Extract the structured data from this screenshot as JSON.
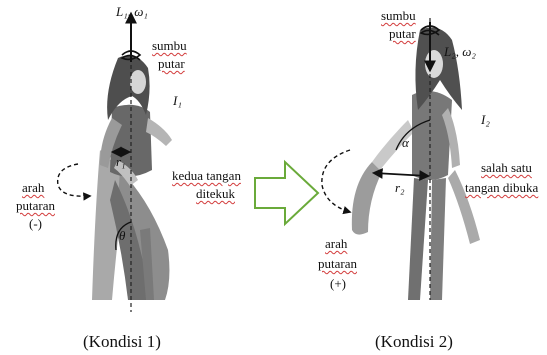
{
  "figure": {
    "left": {
      "caption": "(Kondisi 1)",
      "axis_label_line1": "sumbu",
      "axis_label_line2": "putar",
      "angular_label": "L₁, ω₁",
      "inertia_label": "I₁",
      "radius_label": "r₁",
      "angle_label": "θ",
      "arms_line1": "kedua tangan",
      "arms_line2": "ditekuk",
      "direction_line1": "arah",
      "direction_line2": "putaran",
      "direction_sign": "(-)"
    },
    "right": {
      "caption": "(Kondisi 2)",
      "axis_label_line1": "sumbu",
      "axis_label_line2": "putar",
      "angular_label": "L₂, ω₂",
      "inertia_label": "I₂",
      "radius_label": "r₂",
      "angle_label": "α",
      "arms_line1": "salah satu",
      "arms_line2": "tangan dibuka",
      "direction_line1": "arah",
      "direction_line2": "putaran",
      "direction_sign": "(+)"
    },
    "colors": {
      "transition_arrow": "#6aaa3a",
      "spell_underline": "#d23b3b",
      "figure_dark": "#5a5a5a",
      "figure_mid": "#8a8a8a",
      "figure_light": "#b8b8b8"
    }
  }
}
